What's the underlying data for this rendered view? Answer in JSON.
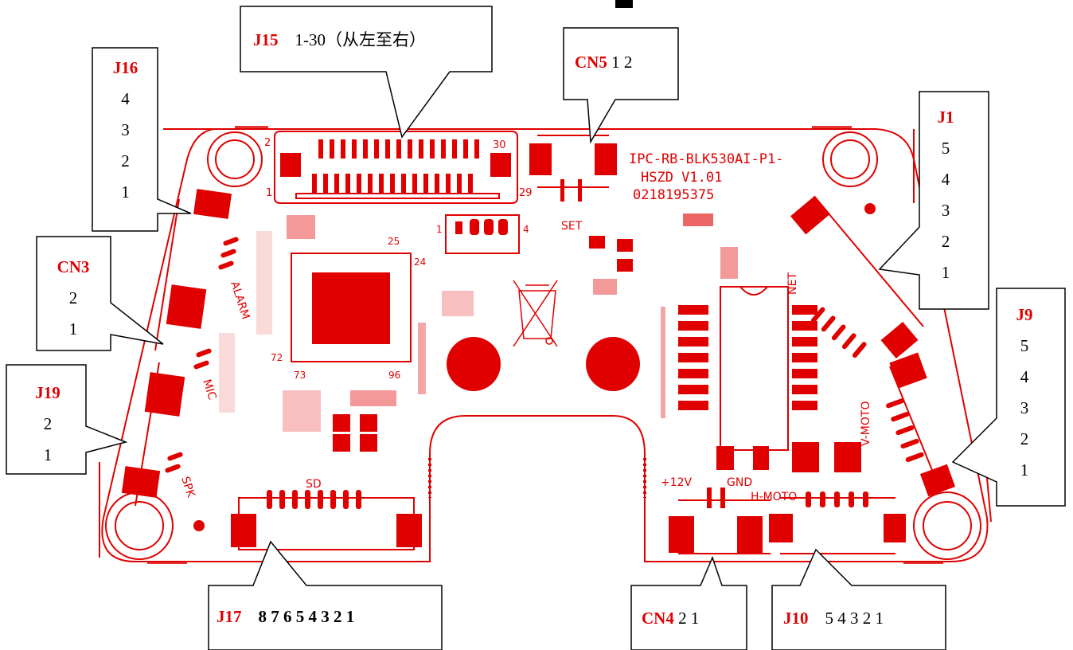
{
  "board": {
    "model_line1": "IPC-RB-BLK530AI-P1-",
    "model_line2": "HSZD V1.01",
    "model_line3": "0218195375",
    "silk": {
      "alarm": "ALARM",
      "mic": "MIC",
      "spk": "SPK",
      "sd": "SD",
      "set": "SET",
      "net": "NET",
      "vmoto": "V-MOTO",
      "hmoto": "H-MOTO",
      "gnd": "GND",
      "v12": "+12V",
      "pin2": "2",
      "pin30": "30",
      "pin29": "29",
      "pin1": "1",
      "pin4": "4",
      "pin25": "25",
      "pin24": "24",
      "pin72": "72",
      "pin73": "73",
      "pin96": "96"
    }
  },
  "callouts": {
    "j15": {
      "label": "J15",
      "pins": "1-30（从左至右）"
    },
    "cn5": {
      "label": "CN5",
      "pins": "1 2"
    },
    "j16": {
      "label": "J16",
      "pins": [
        "4",
        "3",
        "2",
        "1"
      ]
    },
    "j1": {
      "label": "J1",
      "pins": [
        "5",
        "4",
        "3",
        "2",
        "1"
      ]
    },
    "cn3": {
      "label": "CN3",
      "pins": [
        "2",
        "1"
      ]
    },
    "j9": {
      "label": "J9",
      "pins": [
        "5",
        "4",
        "3",
        "2",
        "1"
      ]
    },
    "j19": {
      "label": "J19",
      "pins": [
        "2",
        "1"
      ]
    },
    "j17": {
      "label": "J17",
      "pins": "8 7 6 5 4 3 2 1"
    },
    "cn4": {
      "label": "CN4",
      "pins": "2 1"
    },
    "j10": {
      "label": "J10",
      "pins": "5 4 3 2 1"
    }
  },
  "colors": {
    "silkscreen": "#e00000",
    "text": "#000000",
    "background": "#ffffff"
  }
}
